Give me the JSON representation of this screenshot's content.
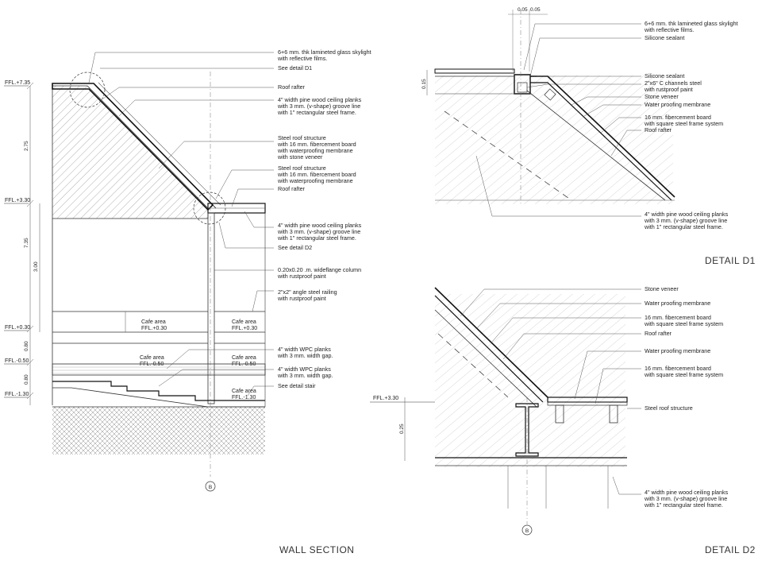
{
  "titles": {
    "wall_section": "WALL SECTION",
    "detail_d1": "DETAIL  D1",
    "detail_d2": "DETAIL  D2"
  },
  "grid_marker": "B",
  "wall_section": {
    "notes": [
      [
        "6+6 mm. thk lamineted glass skylight",
        "with reflective films."
      ],
      [
        "See detail D1"
      ],
      [
        "Roof rafter"
      ],
      [
        "4\" width pine wood ceiling planks",
        "with 3 mm. (v-shape) groove line",
        "with 1\" rectangular steel frame."
      ],
      [
        "Steel roof structure",
        "with 16 mm. fibercement board",
        "with waterproofing membrane",
        "with stone veneer"
      ],
      [
        "Steel roof structure",
        "with 16 mm. fibercement board",
        "with waterproofing membrane"
      ],
      [
        "Roof rafter"
      ],
      [
        "4\" width pine wood ceiling planks",
        "with 3 mm. (v-shape) groove line",
        "with 1\" rectangular steel frame."
      ],
      [
        "See detail D2"
      ],
      [
        "0.20x0.20 .m. wideflange column",
        "with rustproof paint"
      ],
      [
        "2\"x2\" angle steel railing",
        "with rustproof paint"
      ],
      [
        "4\" width WPC planks",
        "with 3 mm. width gap."
      ],
      [
        "4\" width WPC planks",
        "with 3 mm. width gap."
      ],
      [
        "See detail stair"
      ]
    ],
    "levels": [
      "FFL.+7.35",
      "FFL.+3.30",
      "FFL.+0.30",
      "FFL.-0.50",
      "FFL.-1.30"
    ],
    "dimensions": [
      "2.75",
      "7.35",
      "3.00",
      "0.80",
      "0.80"
    ],
    "room_labels": [
      {
        "name": "Cafe area",
        "level": "FFL.+0.30"
      },
      {
        "name": "Cafe area",
        "level": "FFL.+0.30"
      },
      {
        "name": "Cafe area",
        "level": "FFL.-0.50"
      },
      {
        "name": "Cafe area",
        "level": "FFL.-0.50"
      },
      {
        "name": "Cafe area",
        "level": "FFL.-1.30"
      }
    ]
  },
  "detail_d1": {
    "top_dimension": "0.05",
    "top_dimension_2": "0.05",
    "height_dimension": "0.15",
    "notes": [
      [
        "6+6 mm. thk lamineted glass skylight",
        "with reflective films."
      ],
      [
        "Silicone sealant"
      ],
      [
        "Silicone sealant"
      ],
      [
        "2\"x6\" C channels steel",
        "with rustproof paint"
      ],
      [
        "Stone veneer"
      ],
      [
        "Water proofing membrane"
      ],
      [
        "16 mm. fibercement board",
        "with square steel frame system"
      ],
      [
        "Roof rafter"
      ],
      [
        "4\" width pine wood ceiling planks",
        "with 3 mm. (v-shape) groove line",
        "with 1\" rectangular steel frame."
      ]
    ]
  },
  "detail_d2": {
    "level": "FFL.+3.30",
    "height_dimension": "0.25",
    "notes": [
      [
        "Stone veneer"
      ],
      [
        "Water proofing membrane"
      ],
      [
        "16 mm. fibercement board",
        "with square steel frame system"
      ],
      [
        "Roof rafter"
      ],
      [
        "Water proofing membrane"
      ],
      [
        "16 mm. fibercement board",
        "with square steel frame system"
      ],
      [
        "Steel roof structure"
      ],
      [
        "4\" width pine wood ceiling planks",
        "with 3 mm. (v-shape) groove line",
        "with 1\" rectangular steel frame."
      ]
    ]
  }
}
